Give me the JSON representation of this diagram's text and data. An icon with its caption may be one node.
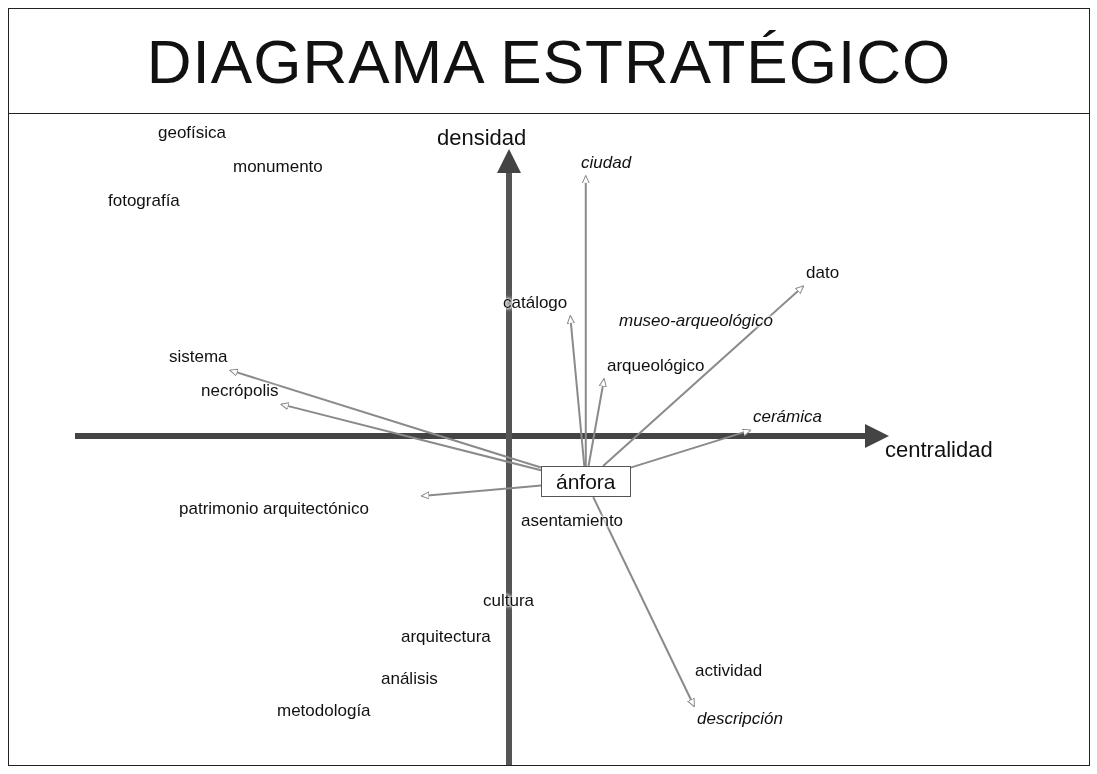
{
  "diagram": {
    "title": "DIAGRAMA ESTRATÉGICO",
    "nodes": [
      {
        "text": [
          "ánfora"
        ]
      },
      {
        "text": [
          "sistema"
        ]
      },
      {
        "text": [
          "necrópolis"
        ]
      },
      {
        "text": [
          "catálogo"
        ]
      },
      {
        "text": [
          "ciudad"
        ]
      },
      {
        "text": [
          "arqueológico"
        ]
      },
      {
        "text": [
          "dato"
        ]
      },
      {
        "text": [
          "cerámica"
        ]
      },
      {
        "text": [
          "patrimonio arquitectónico"
        ]
      },
      {
        "text": [
          "descripción"
        ]
      }
    ],
    "edges": [
      {
        "from": 0,
        "to": 1,
        "arrow": "to"
      },
      {
        "from": 0,
        "to": 2,
        "arrow": "to"
      },
      {
        "from": 0,
        "to": 3,
        "arrow": "to"
      },
      {
        "from": 0,
        "to": 4,
        "arrow": "to"
      },
      {
        "from": 0,
        "to": 5,
        "arrow": "to"
      },
      {
        "from": 0,
        "to": 6,
        "arrow": "to"
      },
      {
        "from": 0,
        "to": 7,
        "arrow": "to"
      },
      {
        "from": 0,
        "to": 8,
        "arrow": "to"
      },
      {
        "from": 0,
        "to": 9,
        "arrow": "to"
      }
    ],
    "labels": [
      "densidad",
      "geofísica",
      "monumento",
      "fotografía",
      "museo-arqueológico",
      "centralidad",
      "asentamiento",
      "cultura",
      "arquitectura",
      "actividad",
      "análisis",
      "metodología"
    ]
  }
}
